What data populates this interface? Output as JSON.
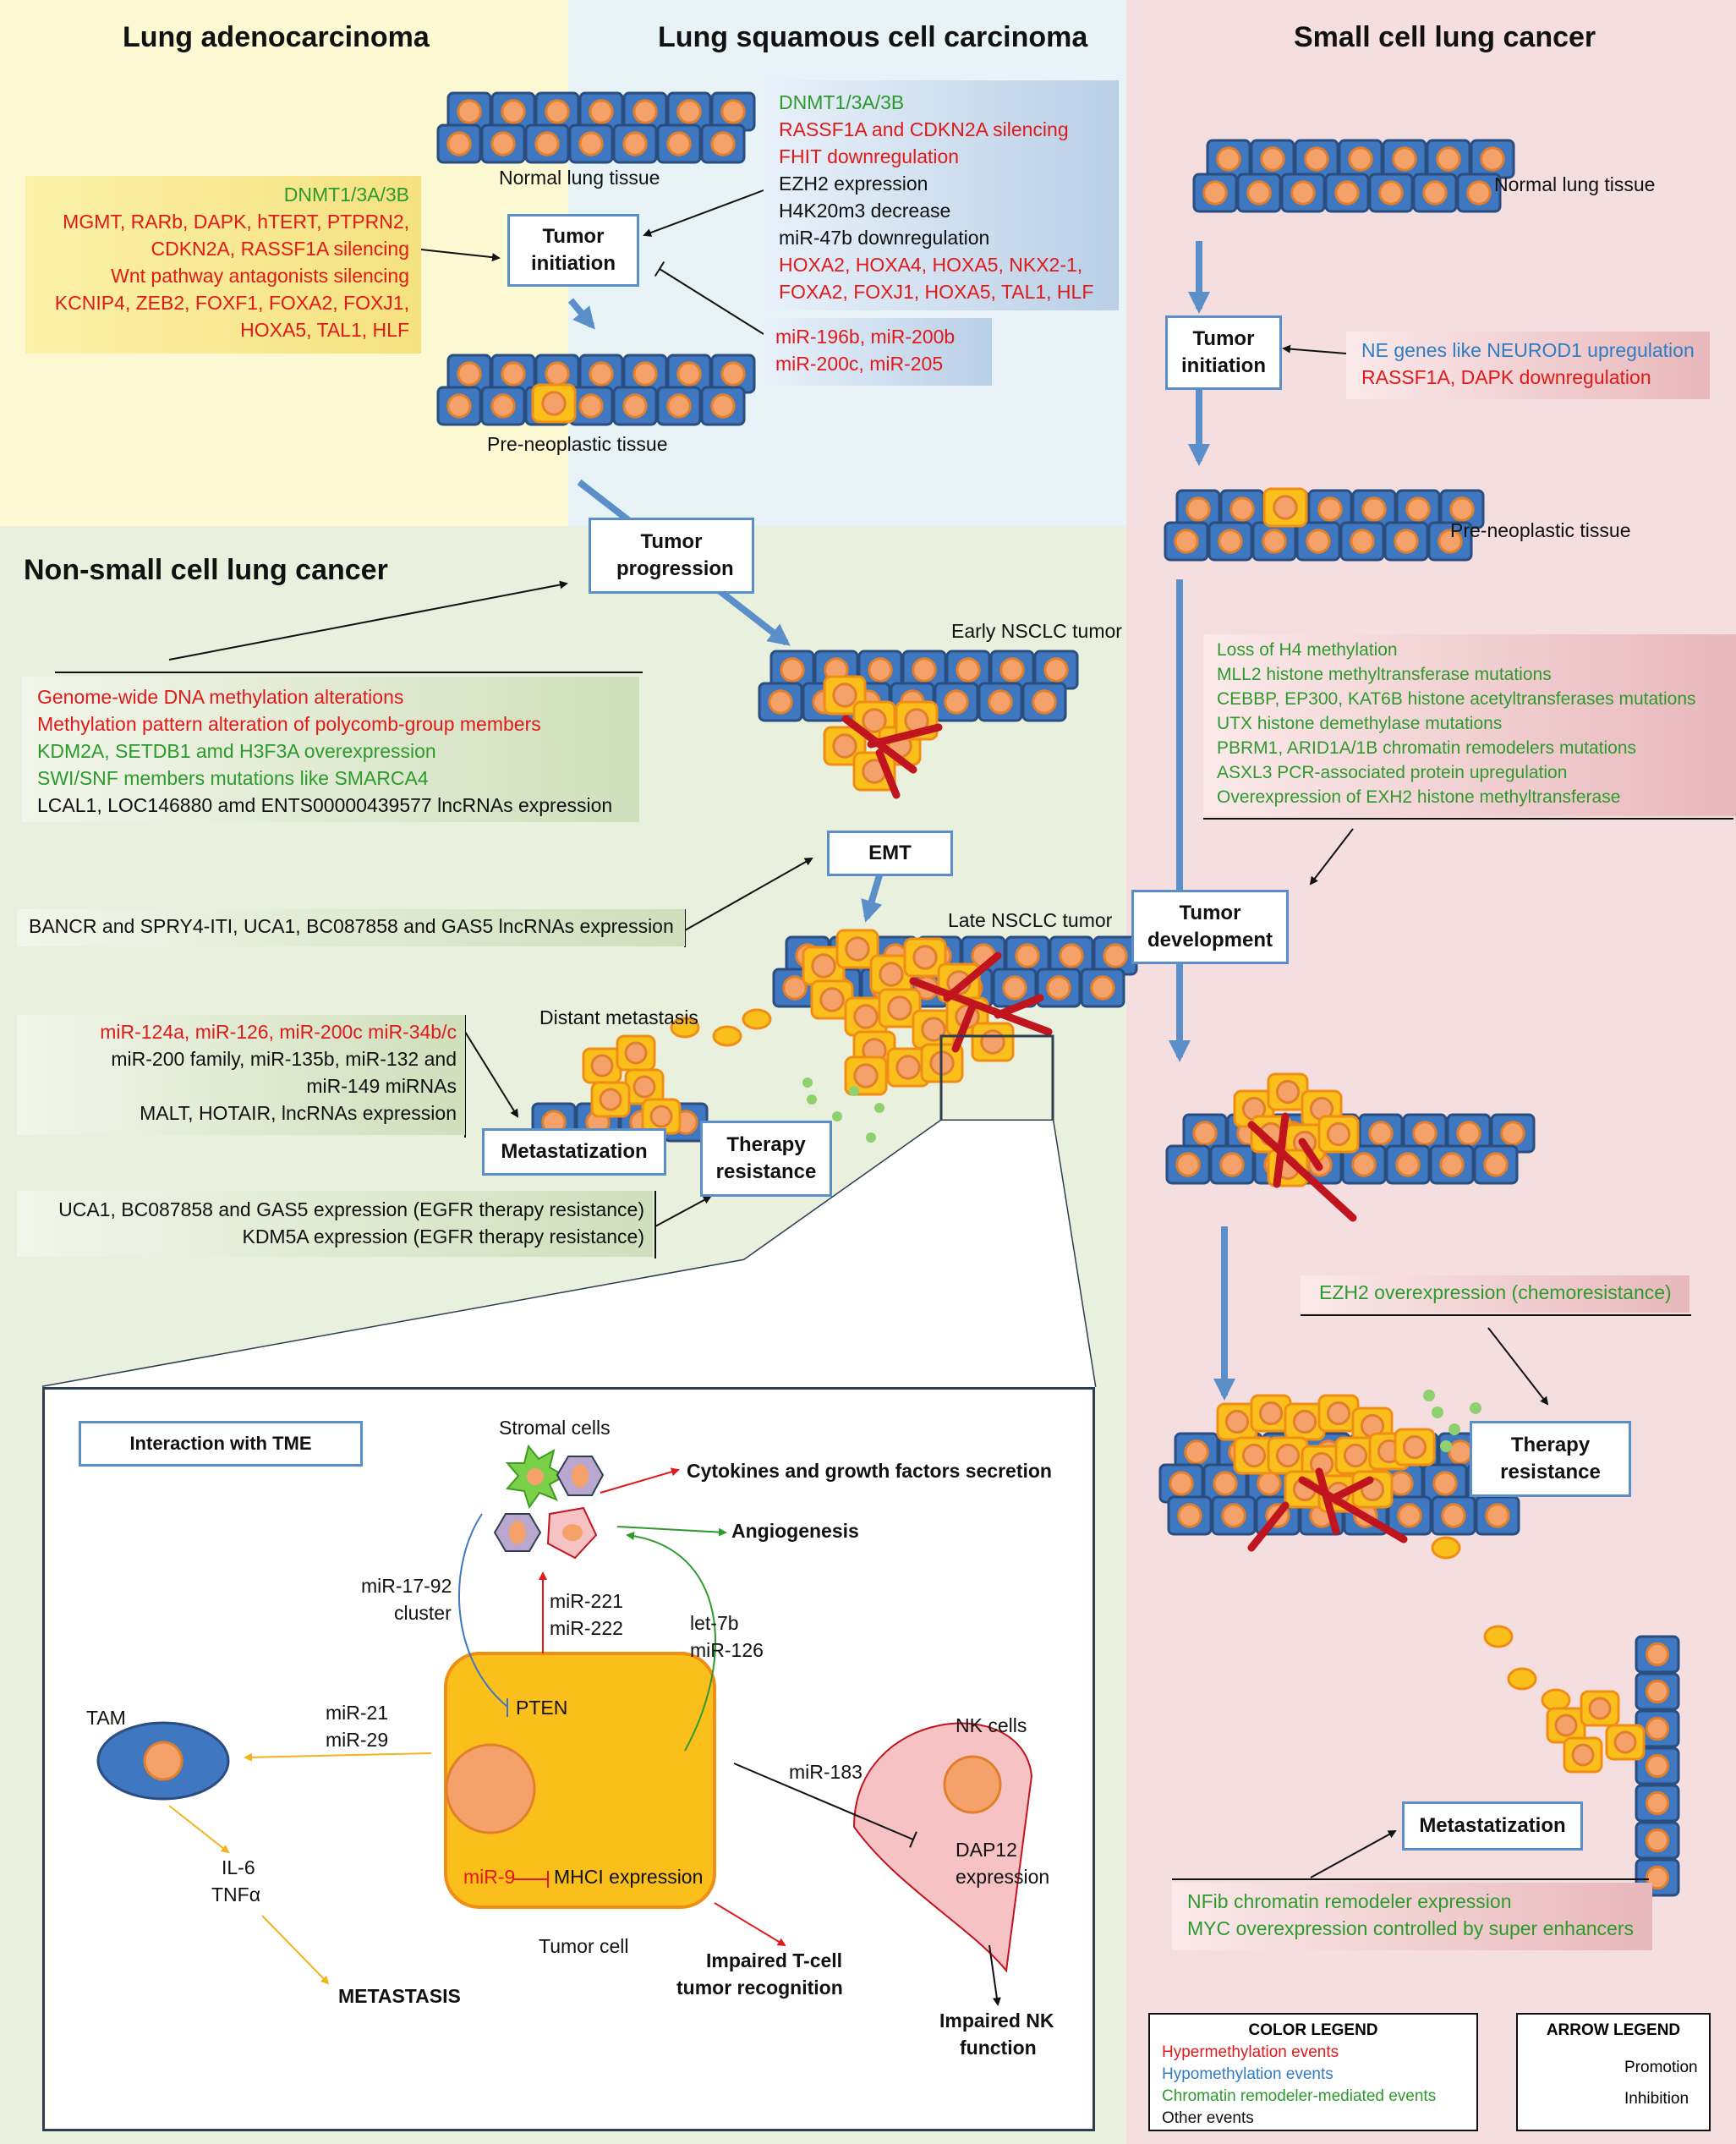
{
  "panels": {
    "adeno_title": "Lung adenocarcinoma",
    "squamous_title": "Lung squamous cell carcinoma",
    "sclc_title": "Small cell lung cancer",
    "nsclc_title": "Non-small cell lung cancer"
  },
  "squamous": {
    "normal_tissue": "Normal lung tissue",
    "tumor_initiation": "Tumor initiation",
    "preneoplastic": "Pre-neoplastic tissue",
    "right_notes": [
      {
        "text": "DNMT1/3A/3B",
        "color": "g"
      },
      {
        "text": "RASSF1A and CDKN2A silencing",
        "color": "r"
      },
      {
        "text": "FHIT downregulation",
        "color": "r"
      },
      {
        "text": "EZH2 expression",
        "color": "k"
      },
      {
        "text": "H4K20m3 decrease",
        "color": "k"
      },
      {
        "text": "miR-47b downregulation",
        "color": "k"
      },
      {
        "text": "HOXA2, HOXA4, HOXA5, NKX2-1,",
        "color": "r"
      },
      {
        "text": "FOXA2, FOXJ1, HOXA5, TAL1, HLF",
        "color": "r"
      }
    ],
    "mir_notes": [
      {
        "text": "miR-196b, miR-200b",
        "color": "r"
      },
      {
        "text": "miR-200c, miR-205",
        "color": "r"
      }
    ]
  },
  "adeno": {
    "notes": [
      {
        "text": "DNMT1/3A/3B",
        "color": "g"
      },
      {
        "text": "MGMT, RARb, DAPK, hTERT, PTPRN2,",
        "color": "r"
      },
      {
        "text": "CDKN2A, RASSF1A silencing",
        "color": "r"
      },
      {
        "text": "Wnt pathway antagonists silencing",
        "color": "r"
      },
      {
        "text": "KCNIP4, ZEB2, FOXF1, FOXA2, FOXJ1,",
        "color": "r"
      },
      {
        "text": "HOXA5, TAL1, HLF",
        "color": "r"
      }
    ]
  },
  "nsclc": {
    "tumor_progression": "Tumor progression",
    "early_tumor": "Early NSCLC tumor",
    "late_tumor": "Late NSCLC tumor",
    "emt": "EMT",
    "distant_metastasis": "Distant metastasis",
    "metastatization": "Metastatization",
    "therapy_resistance": "Therapy resistance",
    "progression_notes": [
      {
        "text": "Genome-wide DNA methylation alterations",
        "color": "r"
      },
      {
        "text": "Methylation pattern alteration of polycomb-group members",
        "color": "r"
      },
      {
        "text": "KDM2A, SETDB1 amd H3F3A overexpression",
        "color": "g"
      },
      {
        "text": "SWI/SNF members mutations like SMARCA4",
        "color": "g"
      },
      {
        "text": "LCAL1, LOC146880 amd ENTS00000439577 lncRNAs expression",
        "color": "k"
      }
    ],
    "emt_note": "BANCR and SPRY4-ITI, UCA1, BC087858 and GAS5 lncRNAs expression",
    "metastasis_notes": [
      {
        "text": "miR-124a, miR-126, miR-200c miR-34b/c",
        "color": "r"
      },
      {
        "text": "miR-200 family, miR-135b, miR-132 and",
        "color": "k"
      },
      {
        "text": "miR-149 miRNAs",
        "color": "k"
      },
      {
        "text": "MALT, HOTAIR, lncRNAs expression",
        "color": "k"
      }
    ],
    "resistance_notes": [
      {
        "text": "UCA1, BC087858 and GAS5 expression (EGFR therapy resistance)",
        "color": "k"
      },
      {
        "text": "KDM5A expression (EGFR therapy resistance)",
        "color": "k"
      }
    ]
  },
  "tme": {
    "title": "Interaction with TME",
    "stromal_cells": "Stromal cells",
    "cytokines": "Cytokines and growth factors secretion",
    "angiogenesis": "Angiogenesis",
    "mir17": "miR-17-92",
    "mir17_b": "cluster",
    "mir221": "miR-221",
    "mir222": "miR-222",
    "let7b": "let-7b",
    "mir126": "miR-126",
    "pten": "PTEN",
    "tam": "TAM",
    "mir21": "miR-21",
    "mir29": "miR-29",
    "il6": "IL-6",
    "tnf": "TNFα",
    "metastasis": "METASTASIS",
    "mir9": "miR-9",
    "mhci": "MHCI expression",
    "tumor_cell": "Tumor cell",
    "impaired_t": "Impaired T-cell",
    "impaired_t2": "tumor recognition",
    "nk_cells": "NK cells",
    "mir183": "miR-183",
    "dap12": "DAP12",
    "dap12_b": "expression",
    "impaired_nk": "Impaired NK",
    "impaired_nk2": "function"
  },
  "sclc": {
    "normal_tissue": "Normal lung tissue",
    "tumor_initiation": "Tumor initiation",
    "init_notes": [
      {
        "text": "NE genes like NEUROD1 upregulation",
        "color": "b"
      },
      {
        "text": "RASSF1A, DAPK downregulation",
        "color": "r"
      }
    ],
    "preneoplastic": "Pre-neoplastic tissue",
    "development_notes": [
      {
        "text": "Loss of H4 methylation",
        "color": "g"
      },
      {
        "text": "MLL2 histone methyltransferase mutations",
        "color": "g"
      },
      {
        "text": "CEBBP, EP300, KAT6B histone acetyltransferases mutations",
        "color": "g"
      },
      {
        "text": "UTX histone demethylase mutations",
        "color": "g"
      },
      {
        "text": "PBRM1, ARID1A/1B chromatin remodelers mutations",
        "color": "g"
      },
      {
        "text": "ASXL3 PCR-associated protein upregulation",
        "color": "g"
      },
      {
        "text": "Overexpression of EXH2 histone methyltransferase",
        "color": "g"
      }
    ],
    "tumor_development": "Tumor development",
    "ezh2_note": "EZH2  overexpression (chemoresistance)",
    "therapy_resistance": "Therapy resistance",
    "metastatization": "Metastatization",
    "met_notes": [
      {
        "text": "NFib chromatin remodeler expression",
        "color": "g"
      },
      {
        "text": "MYC overexpression controlled by super enhancers",
        "color": "g"
      }
    ]
  },
  "color_legend": {
    "title": "COLOR LEGEND",
    "items": [
      {
        "text": "Hypermethylation events",
        "color": "r"
      },
      {
        "text": "Hypomethylation events",
        "color": "b"
      },
      {
        "text": "Chromatin remodeler-mediated events",
        "color": "g"
      },
      {
        "text": "Other events",
        "color": "k"
      }
    ]
  },
  "arrow_legend": {
    "title": "ARROW LEGEND",
    "promotion": "Promotion",
    "inhibition": "Inhibition"
  }
}
